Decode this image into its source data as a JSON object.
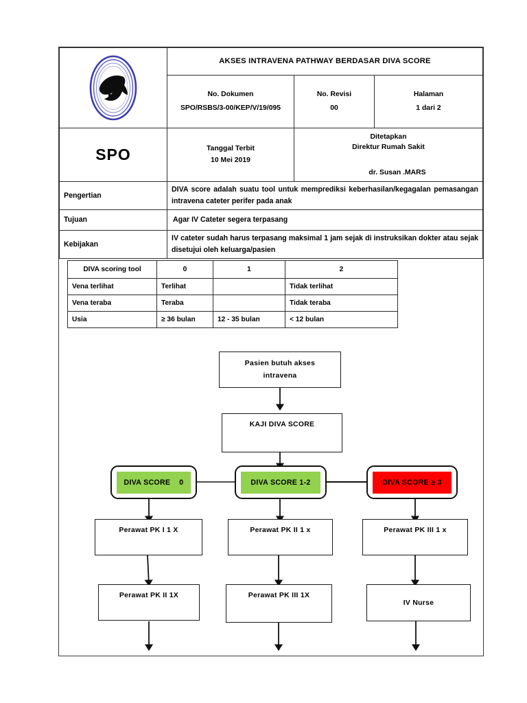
{
  "document": {
    "title": "AKSES INTRAVENA PATHWAY BERDASAR DIVA SCORE",
    "logo_name": "hospital-bird-logo",
    "header": {
      "no_dokumen_label": "No. Dokumen",
      "no_dokumen_value": "SPO/RSBS/3-00/KEP/V/19/095",
      "no_revisi_label": "No. Revisi",
      "no_revisi_value": "00",
      "halaman_label": "Halaman",
      "halaman_value": "1 dari 2"
    },
    "spo": {
      "type_label": "SPO",
      "tanggal_terbit_label": "Tanggal Terbit",
      "tanggal_terbit_value": "10 Mei 2019",
      "ditetapkan_label": "Ditetapkan",
      "ditetapkan_role": "Direktur Rumah Sakit",
      "signature_name": "dr. Susan .MARS"
    },
    "sections": [
      {
        "label": "Pengertian",
        "body": "DIVA score adalah suatu tool untuk memprediksi keberhasilan/kegagalan pemasangan intravena cateter perifer pada anak"
      },
      {
        "label": "Tujuan",
        "body": "Agar IV Cateter segera terpasang"
      },
      {
        "label": "Kebijakan",
        "body": "IV cateter sudah harus terpasang maksimal 1 jam sejak di instruksikan dokter atau sejak disetujui oleh keluarga/pasien"
      }
    ]
  },
  "diva_table": {
    "headers": [
      "DIVA scoring tool",
      "0",
      "1",
      "2"
    ],
    "rows": [
      [
        "Vena terlihat",
        "Terlihat",
        "",
        "Tidak terlihat"
      ],
      [
        "Vena teraba",
        "Teraba",
        "",
        "Tidak teraba"
      ],
      [
        "Usia",
        "≥ 36 bulan",
        "12 - 35 bulan",
        "< 12 bulan"
      ]
    ]
  },
  "flowchart": {
    "colors": {
      "green": "#92D24F",
      "red": "#FF0000",
      "box_border": "#111111"
    },
    "start_box": "Pasien butuh akses\nintravena",
    "assess_box": "KAJI DIVA SCORE",
    "decision_left": "DIVA SCORE    0",
    "decision_center": "DIVA SCORE 1-2",
    "decision_right": "DIVA SCORE ≥ 3",
    "left_branch": [
      "Perawat  PK I 1 X",
      "Perawat PK II 1X"
    ],
    "center_branch": [
      "Perawat PK II 1 x",
      "Perawat PK III 1X"
    ],
    "right_branch": [
      "Perawat PK III 1 x",
      "IV Nurse"
    ]
  }
}
